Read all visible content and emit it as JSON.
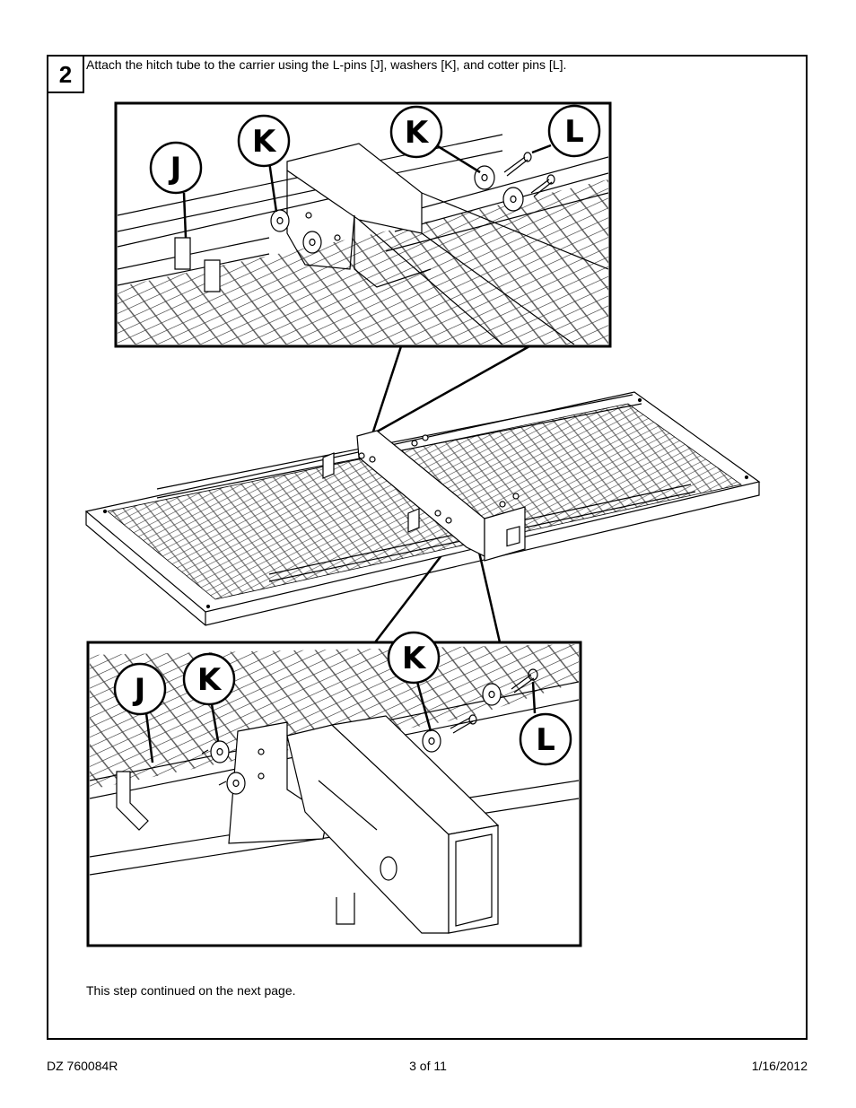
{
  "step": {
    "number": "2",
    "instruction": "Attach the hitch tube to the carrier using the L-pins [J], washers [K], and cotter pins [L].",
    "continued": "This step continued on the next page."
  },
  "callouts": {
    "top_j": "J",
    "top_k1": "K",
    "top_k2": "K",
    "top_l": "L",
    "bottom_j": "J",
    "bottom_k1": "K",
    "bottom_k2": "K",
    "bottom_l": "L"
  },
  "footer": {
    "doc_id": "DZ 760084R",
    "page": "3 of 11",
    "date": "1/16/2012"
  }
}
